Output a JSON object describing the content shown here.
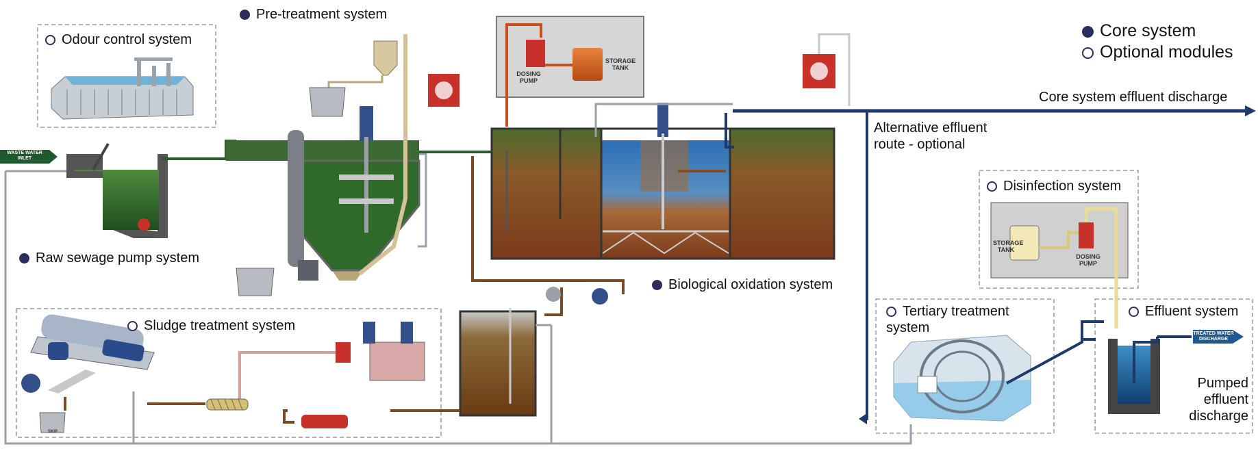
{
  "legend": {
    "core": "Core system",
    "optional": "Optional modules"
  },
  "systems": {
    "pre_treatment": "Pre-treatment system",
    "odour_control": "Odour control system",
    "raw_sewage_pump": "Raw sewage pump system",
    "biological_oxidation": "Biological oxidation system",
    "sludge_treatment": "Sludge treatment system",
    "disinfection": "Disinfection system",
    "tertiary_treatment": "Tertiary treatment system",
    "effluent": "Effluent system"
  },
  "flows": {
    "core_effluent": "Core system effluent discharge",
    "alternative_route": "Alternative effluent route - optional",
    "pumped_effluent": "Pumped effluent discharge",
    "waste_water_inlet": "WASTE WATER INLET",
    "treated_water_discharge": "TREATED WATER DISCHARGE"
  },
  "equipment": {
    "dosing_pump": "DOSING PUMP",
    "storage_tank": "STORAGE TANK",
    "skip": "SKIP"
  },
  "colors": {
    "core_marker": "#2b2d5e",
    "effluent_line": "#1e3a6b",
    "sewage_line": "#2f5a2f",
    "sludge_line": "#7a4a22",
    "return_line": "#9aa0a6",
    "chemical_line": "#d4b8b8",
    "biological_tank": "#7a4a22",
    "aeration_water": "#3a78b8"
  },
  "icons": [
    "dosing-pump-icon",
    "skip-container-icon",
    "screw-conveyor-icon",
    "screw-press-icon",
    "drum-filter-icon",
    "submersible-pump-icon"
  ]
}
